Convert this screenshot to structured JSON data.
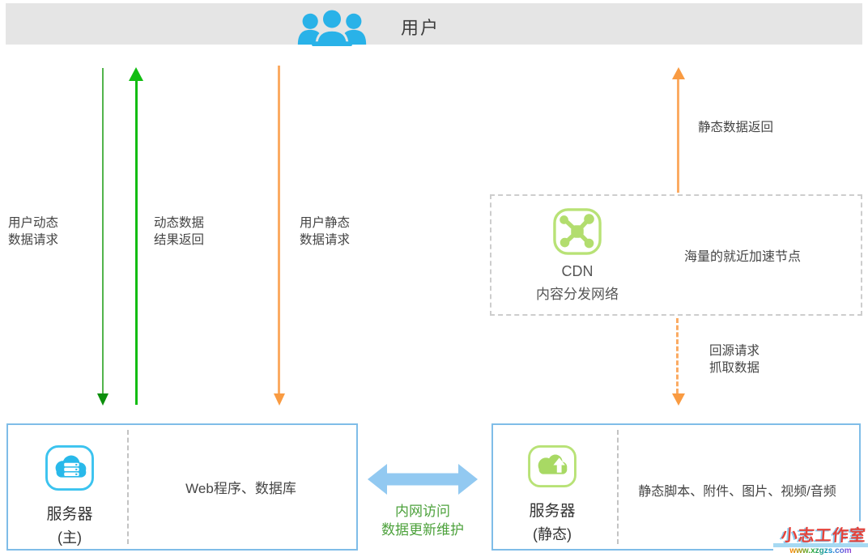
{
  "banner": {
    "title": "用户"
  },
  "arrows": {
    "dynamic_request": {
      "line1": "用户动态",
      "line2": "数据请求",
      "color": "#53b44c",
      "direction": "down"
    },
    "dynamic_return": {
      "line1": "动态数据",
      "line2": "结果返回",
      "color": "#12bd12",
      "direction": "up"
    },
    "static_request": {
      "line1": "用户静态",
      "line2": "数据请求",
      "color": "#fbab63",
      "direction": "down"
    },
    "static_return": {
      "label": "静态数据返回",
      "color": "#fbab63",
      "direction": "up"
    },
    "origin_pull": {
      "line1": "回源请求",
      "line2": "抓取数据",
      "color": "#fbab63",
      "direction": "down",
      "style": "dashed"
    },
    "intranet": {
      "line1": "内网访问",
      "line2": "数据更新维护",
      "color": "#92c9f1",
      "direction": "both"
    }
  },
  "cdn_box": {
    "name_line1": "CDN",
    "name_line2": "内容分发网络",
    "note": "海量的就近加速节点",
    "icon": "cdn-network-icon",
    "border_style": "dashed"
  },
  "main_server": {
    "name": "服务器",
    "suffix": "(主)",
    "content": "Web程序、数据库",
    "icon": "cloud-server-icon"
  },
  "static_server": {
    "name": "服务器",
    "suffix": "(静态)",
    "content": "静态脚本、附件、图片、视频/音频",
    "icon": "cloud-upload-icon"
  },
  "watermark": {
    "studio": "小志工作室",
    "url": "www.xzgzs.com"
  },
  "colors": {
    "banner_bg": "#e5e5e5",
    "icon_blue": "#29b2e8",
    "icon_green": "#b8e276",
    "box_border_blue": "#7fbde8",
    "bright_green": "#12bd12",
    "mid_green": "#53b44c",
    "orange": "#fbab63",
    "intranet_text_green": "#4ca13b",
    "dashed_border_gray": "#cdcdcd"
  }
}
